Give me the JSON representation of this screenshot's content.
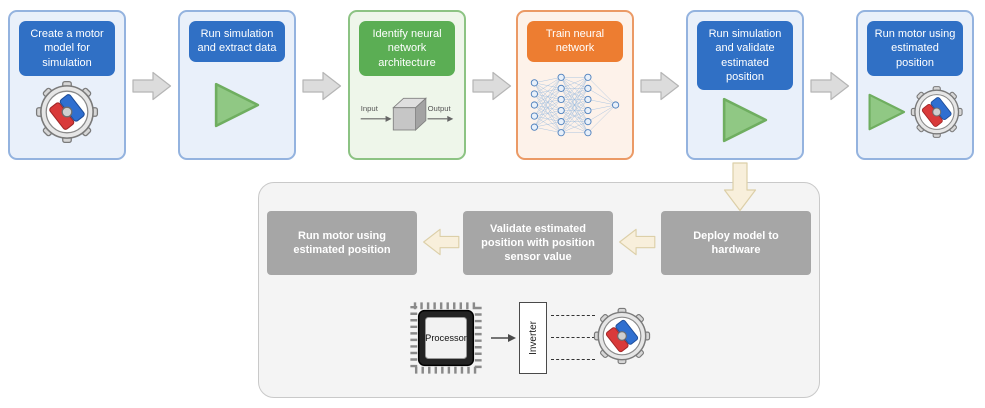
{
  "colors": {
    "blue": "#3070c5",
    "blue-card-bg": "#e9f0fa",
    "blue-card-border": "#94b3df",
    "green": "#5bae54",
    "green-card-bg": "#eef6ea",
    "green-card-border": "#8cc383",
    "orange": "#ed7d31",
    "orange-card-bg": "#fdf2ea",
    "orange-card-border": "#eb9a66",
    "gray-box": "#a6a6a6",
    "panel-bg": "#f4f4f4",
    "panel-border": "#c9c9c9",
    "arrow-gray": "#dcdcdc",
    "arrow-cream": "#f8efdb"
  },
  "cards": [
    {
      "label": "Create a motor model for simulation"
    },
    {
      "label": "Run simulation and extract data"
    },
    {
      "label": "Identify neural network architecture"
    },
    {
      "label": "Train neural network"
    },
    {
      "label": "Run simulation and validate estimated position"
    },
    {
      "label": "Run motor using estimated position"
    }
  ],
  "cube": {
    "input_label": "Input",
    "output_label": "Output"
  },
  "panel": {
    "boxes": [
      {
        "label": "Run motor using estimated position"
      },
      {
        "label": "Validate estimated position with position sensor value"
      },
      {
        "label": "Deploy model to hardware"
      }
    ],
    "processor_label": "Processor",
    "inverter_label": "Inverter"
  }
}
